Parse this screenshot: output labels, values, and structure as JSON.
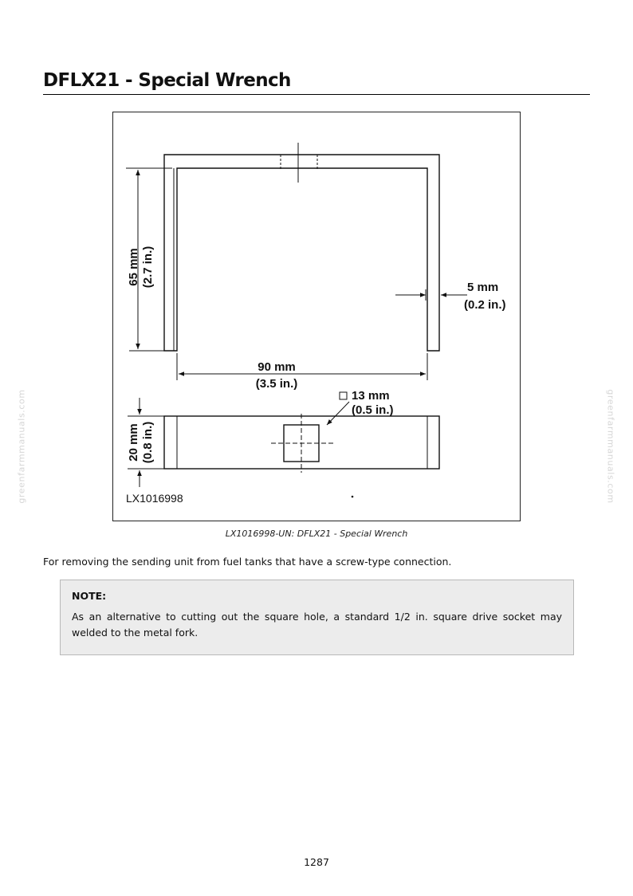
{
  "title": "DFLX21 - Special Wrench",
  "figure": {
    "dims": {
      "height_mm": "65 mm",
      "height_in": "(2.7 in.)",
      "thickness_mm": "5 mm",
      "thickness_in": "(0.2 in.)",
      "width_mm": "90 mm",
      "width_in": "(3.5 in.)",
      "square_mm": "13 mm",
      "square_in": "(0.5 in.)",
      "bar_mm": "20 mm",
      "bar_in": "(0.8 in.)"
    },
    "drawing_id": "LX1016998"
  },
  "caption": "LX1016998-UN: DFLX21 - Special Wrench",
  "body_text": "For removing the sending unit from fuel tanks that have a screw-type connection.",
  "note": {
    "title": "NOTE:",
    "text": "As an alternative to cutting out the square hole, a standard 1/2 in. square drive socket may welded to the metal fork."
  },
  "watermark": "greenfarmmanuals.com",
  "page_number": "1287"
}
